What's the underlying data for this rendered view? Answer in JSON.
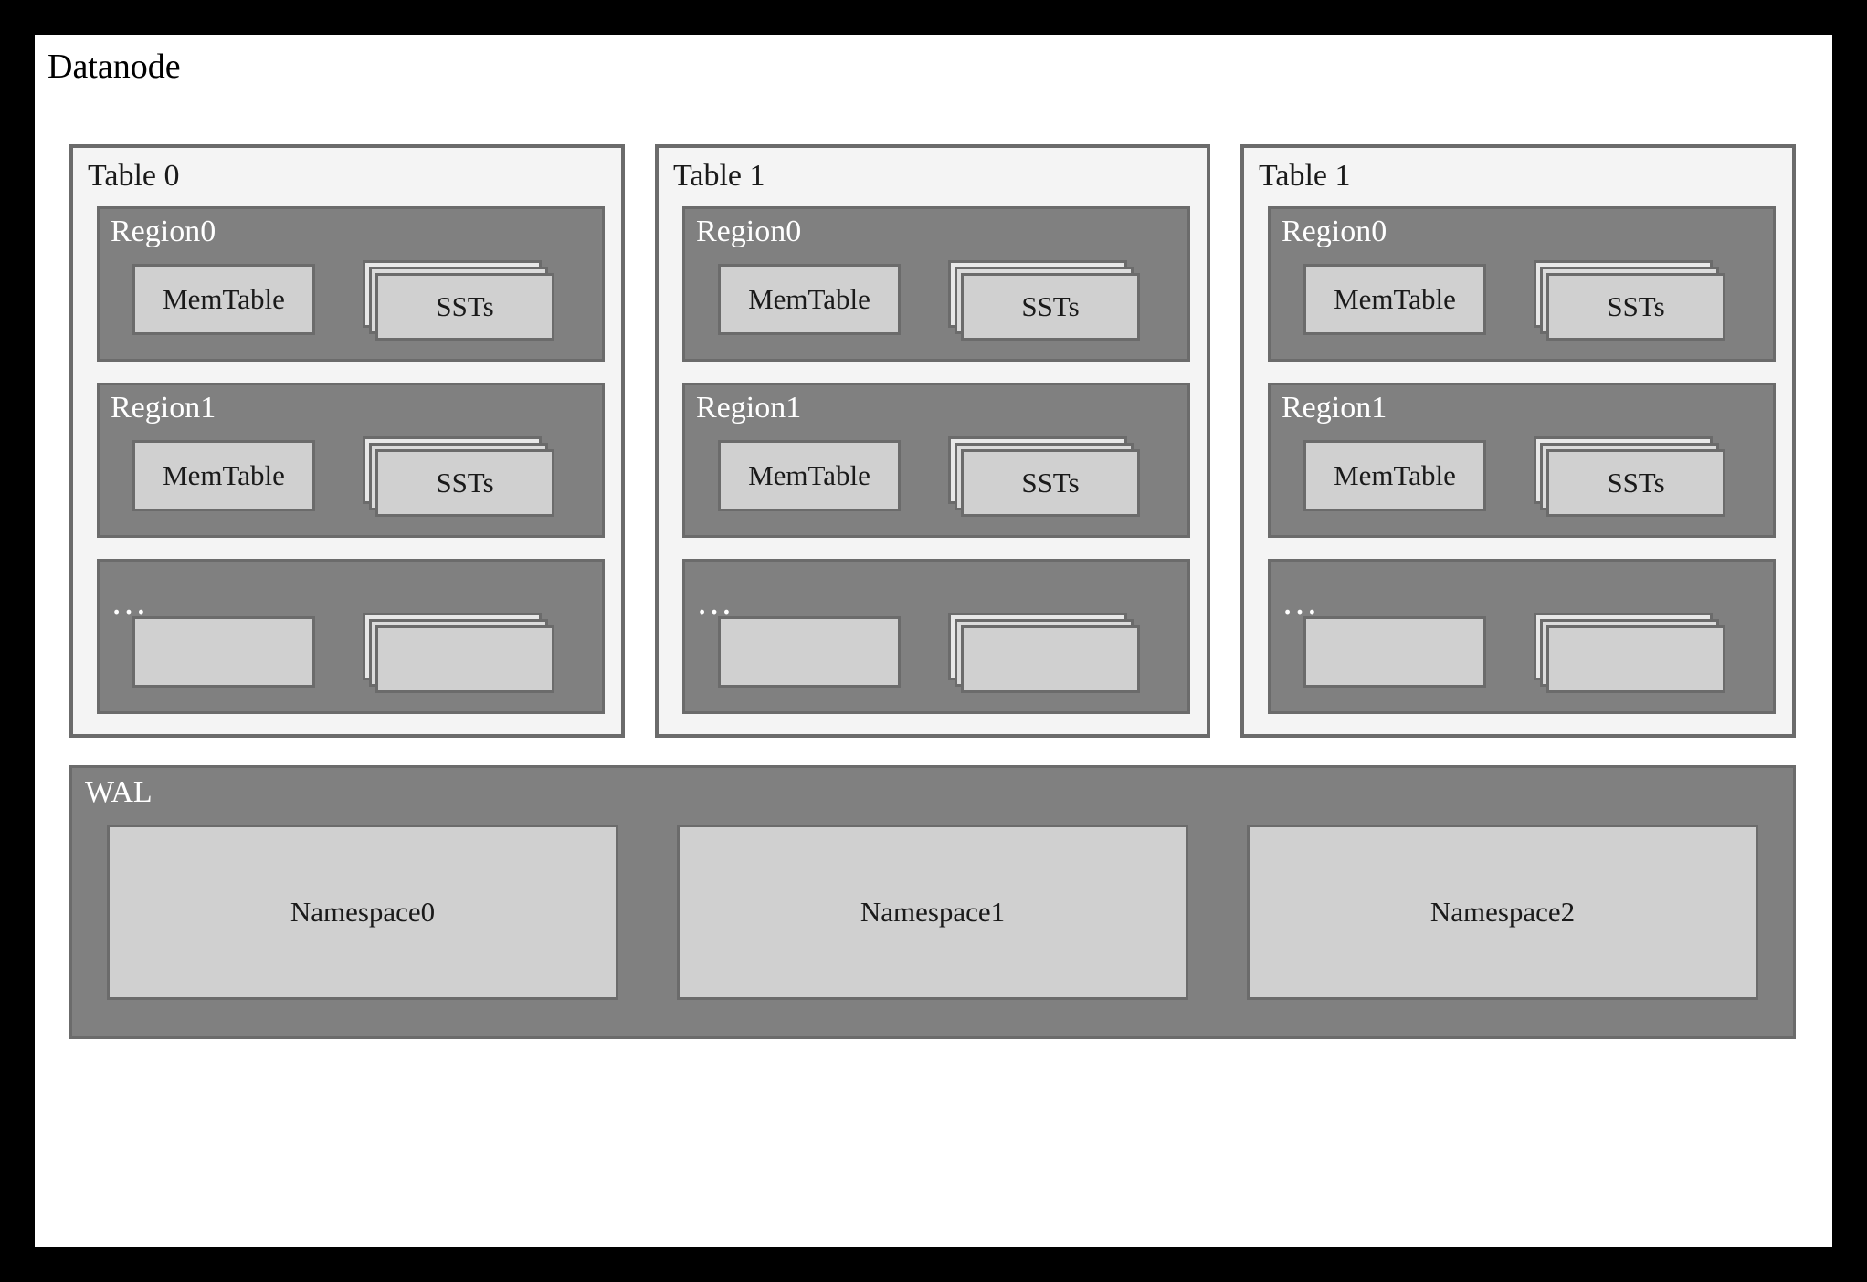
{
  "diagram": {
    "title": "Datanode",
    "wal": {
      "label": "WAL",
      "namespaces": [
        {
          "label": "Namespace0"
        },
        {
          "label": "Namespace1"
        },
        {
          "label": "Namespace2"
        }
      ]
    },
    "tables": [
      {
        "label": "Table 0",
        "regions": [
          {
            "label": "Region0",
            "memtable": "MemTable",
            "sst": "SSTs"
          },
          {
            "label": "Region1",
            "memtable": "MemTable",
            "sst": "SSTs"
          },
          {
            "label": "…",
            "memtable": "",
            "sst": ""
          }
        ]
      },
      {
        "label": "Table 1",
        "regions": [
          {
            "label": "Region0",
            "memtable": "MemTable",
            "sst": "SSTs"
          },
          {
            "label": "Region1",
            "memtable": "MemTable",
            "sst": "SSTs"
          },
          {
            "label": "…",
            "memtable": "",
            "sst": ""
          }
        ]
      },
      {
        "label": "Table 1",
        "regions": [
          {
            "label": "Region0",
            "memtable": "MemTable",
            "sst": "SSTs"
          },
          {
            "label": "Region1",
            "memtable": "MemTable",
            "sst": "SSTs"
          },
          {
            "label": "…",
            "memtable": "",
            "sst": ""
          }
        ]
      }
    ]
  },
  "colors": {
    "frame": "#000000",
    "canvas": "#ffffff",
    "table_fill": "#f4f4f4",
    "region_fill": "#808080",
    "box_fill": "#d0d0d0",
    "border": "#6b6b6b",
    "text_dark": "#1a1a1a",
    "text_light": "#ffffff"
  }
}
